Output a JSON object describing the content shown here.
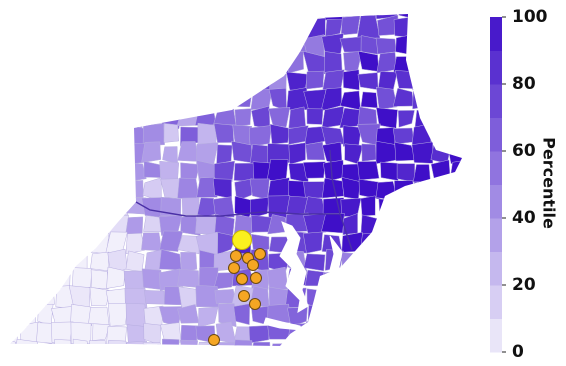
{
  "map": {
    "colors": {
      "low": "#f2f0fb",
      "high": "#3f0fc8",
      "marker_small": "#f5a623",
      "marker_large": "#fbf01e",
      "marker_stroke": "#6b4a10"
    },
    "colorbar": {
      "label": "Percentile",
      "min": 0,
      "max": 100,
      "ticks": [
        {
          "value": 100,
          "label": "100"
        },
        {
          "value": 80,
          "label": "80"
        },
        {
          "value": 60,
          "label": "60"
        },
        {
          "value": 40,
          "label": "40"
        },
        {
          "value": 20,
          "label": "20"
        },
        {
          "value": 0,
          "label": "0"
        }
      ]
    },
    "markers": {
      "small_count": 10,
      "large_count": 1
    }
  }
}
